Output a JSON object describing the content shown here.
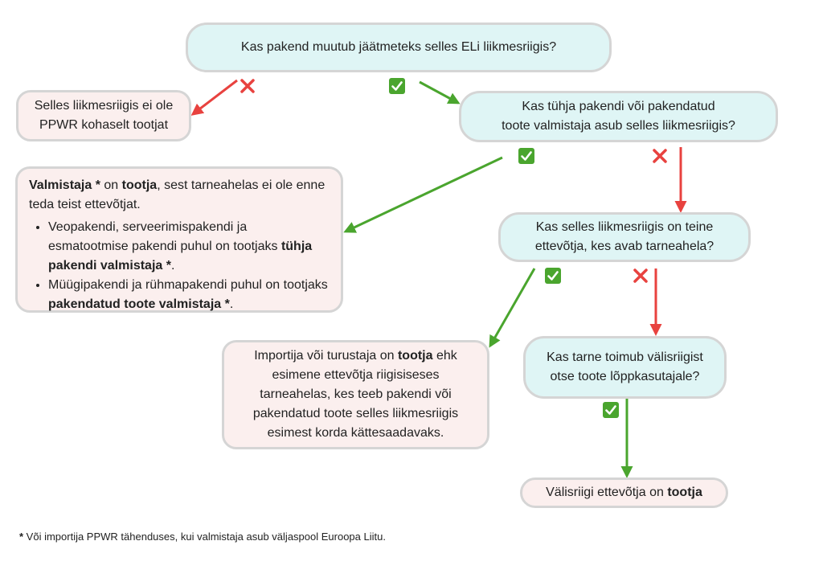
{
  "q1": "Kas pakend muutub jäätmeteks selles ELi liikmesriigis?",
  "a1": "Selles liikmesriigis ei ole PPWR kohaselt tootjat",
  "q2_line1": "Kas tühja pakendi või pakendatud",
  "q2_line2": "toote valmistaja asub selles liikmesriigis?",
  "a2": {
    "p1": "Valmistaja *",
    "p2": " on ",
    "p3": "tootja",
    "p4": ", sest tarneahelas ei ole enne teda teist ettevõtjat.",
    "b1_text": "Veopakendi, serveerimispakendi ja esmatootmise pakendi puhul on tootjaks ",
    "b1_bold": "tühja pakendi valmistaja *",
    "b1_end": ".",
    "b2_text": "Müügipakendi ja rühmapakendi puhul on tootjaks ",
    "b2_bold": "pakendatud toote valmistaja *",
    "b2_end": "."
  },
  "q3_line1": "Kas selles liikmesriigis on teine",
  "q3_line2": "ettevõtja, kes avab tarneahela?",
  "a3": {
    "p1": "Importija või turustaja on ",
    "p2": "tootja",
    "p3": " ehk esimene ettevõtja riigisiseses tarneahelas, kes teeb pakendi või pakendatud toote selles liikmesriigis esimest korda kättesaadavaks."
  },
  "q4_line1": "Kas tarne toimub välisriigist",
  "q4_line2": "otse toote lõppkasutajale?",
  "a4": {
    "p1": "Välisriigi ettevõtja on ",
    "p2": "tootja"
  },
  "footnote": {
    "star": "*",
    "text": " Või importija PPWR tähenduses, kui valmistaja asub väljaspool Euroopa Liitu."
  },
  "colors": {
    "yes": "#4aa52e",
    "no": "#e8423f",
    "question_bg": "#dff5f5",
    "answer_bg": "#fbefee",
    "border": "#d5d5d5"
  },
  "icons": {
    "yes": "check-mark-icon",
    "no": "cross-mark-icon"
  }
}
